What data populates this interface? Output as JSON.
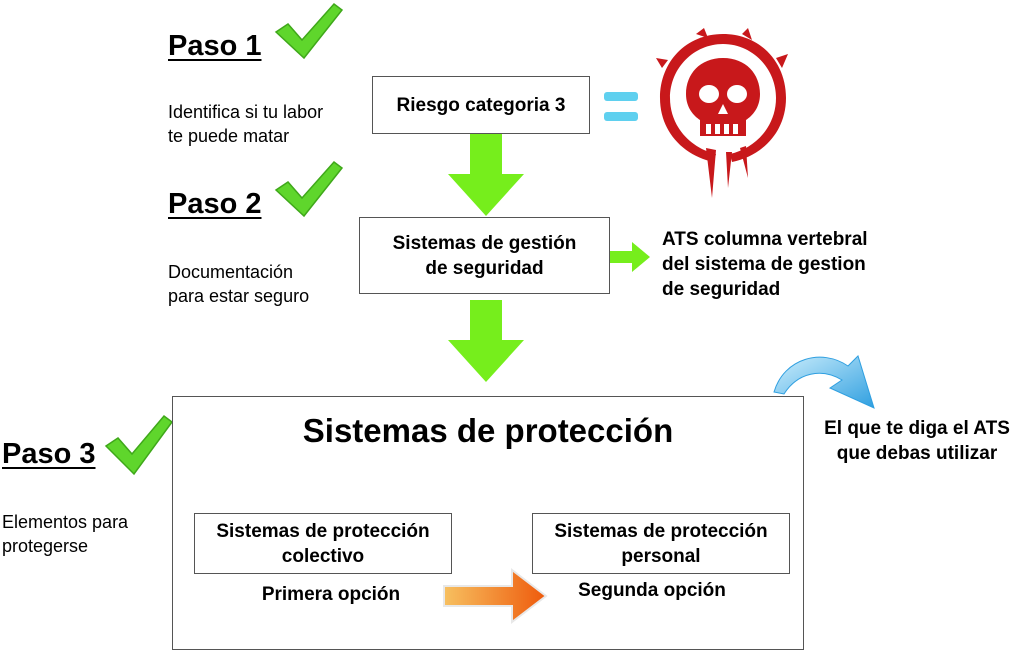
{
  "steps": [
    {
      "title": "Paso 1",
      "desc_line1": "Identifica si tu labor",
      "desc_line2": "te puede matar"
    },
    {
      "title": "Paso 2",
      "desc_line1": "Documentación",
      "desc_line2": "para estar seguro"
    },
    {
      "title": "Paso 3",
      "desc_line1": "Elementos para",
      "desc_line2": "protegerse"
    }
  ],
  "boxes": {
    "risk": "Riesgo categoria 3",
    "management_line1": "Sistemas de gestión",
    "management_line2": "de seguridad",
    "protection_title": "Sistemas de protección",
    "collective_line1": "Sistemas de protección",
    "collective_line2": "colectivo",
    "personal_line1": "Sistemas de protección",
    "personal_line2": "personal"
  },
  "labels": {
    "ats_line1": "ATS columna vertebral",
    "ats_line2": "del sistema de gestion",
    "ats_line3": "de seguridad",
    "first_option": "Primera opción",
    "second_option": "Segunda opción",
    "ats_use_line1": "El que te diga el ATS",
    "ats_use_line2": "que debas utilizar"
  },
  "colors": {
    "check_green": "#5fd62c",
    "arrow_green": "#76ee1c",
    "equals_blue": "#5fd0ef",
    "skull_red": "#c8181b",
    "orange_arrow": "#f07a10",
    "curved_arrow_blue": "#4fb8ec"
  },
  "icons": [
    "checkmark-icon",
    "down-arrow-icon",
    "right-arrow-icon",
    "equals-icon",
    "skull-emblem-icon",
    "curved-arrow-icon"
  ]
}
